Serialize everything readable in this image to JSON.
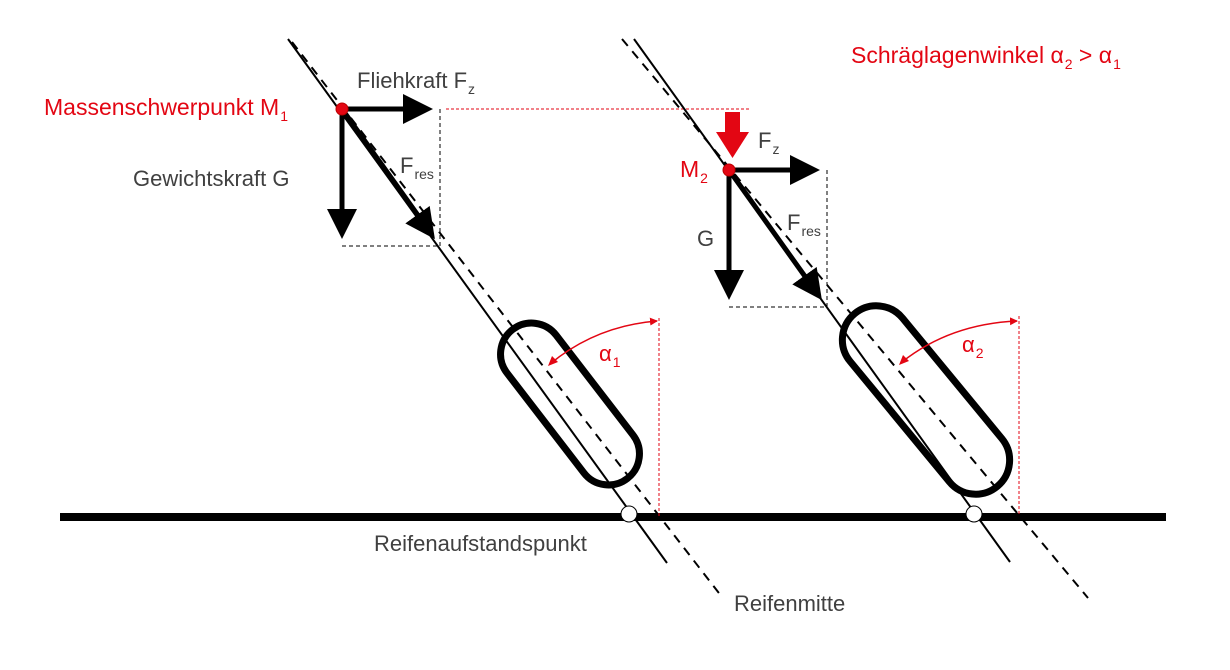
{
  "diagram": {
    "title": "Schräglagenwinkel α₂ > α₁",
    "title_parts": {
      "text": "Schräglagenwinkel α",
      "sub1": "2",
      "mid": " > α",
      "sub2": "1"
    },
    "colors": {
      "accent": "#e30613",
      "ink": "#000000",
      "text": "#404040"
    },
    "labels": {
      "m1": {
        "text": "Massenschwerpunkt M",
        "sub": "1"
      },
      "fz1": {
        "text": "Fliehkraft F",
        "sub": "z"
      },
      "g1": {
        "text": "Gewichtskraft G"
      },
      "fres1": {
        "text": "F",
        "sub": "res"
      },
      "alpha1": {
        "text": "α",
        "sub": "1"
      },
      "m2": {
        "text": "M",
        "sub": "2"
      },
      "fz2": {
        "text": "F",
        "sub": "z"
      },
      "g2": {
        "text": "G"
      },
      "fres2": {
        "text": "F",
        "sub": "res"
      },
      "alpha2": {
        "text": "α",
        "sub": "2"
      },
      "contact": {
        "text": "Reifenaufstandspunkt"
      },
      "center": {
        "text": "Reifenmitte"
      }
    },
    "wheels": [
      {
        "name": "wheel-1",
        "lean_angle_label": "α1",
        "mass_point": "M1"
      },
      {
        "name": "wheel-2",
        "lean_angle_label": "α2",
        "mass_point": "M2"
      }
    ]
  }
}
